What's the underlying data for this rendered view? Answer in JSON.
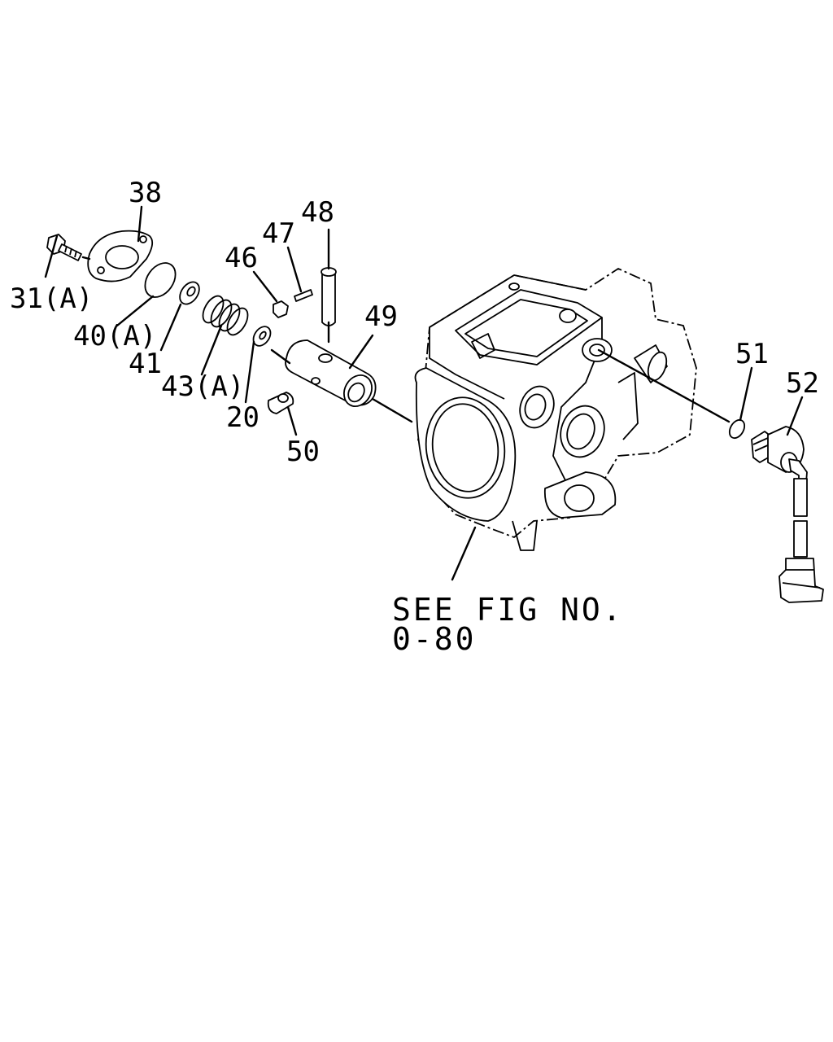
{
  "callouts": {
    "p31": "31(A)",
    "p38": "38",
    "p40": "40(A)",
    "p41": "41",
    "p43": "43(A)",
    "p20": "20",
    "p46": "46",
    "p47": "47",
    "p48": "48",
    "p49": "49",
    "p50": "50",
    "p51": "51",
    "p52": "52"
  },
  "reference": {
    "line1": "SEE FIG NO.",
    "line2": "0-80"
  }
}
